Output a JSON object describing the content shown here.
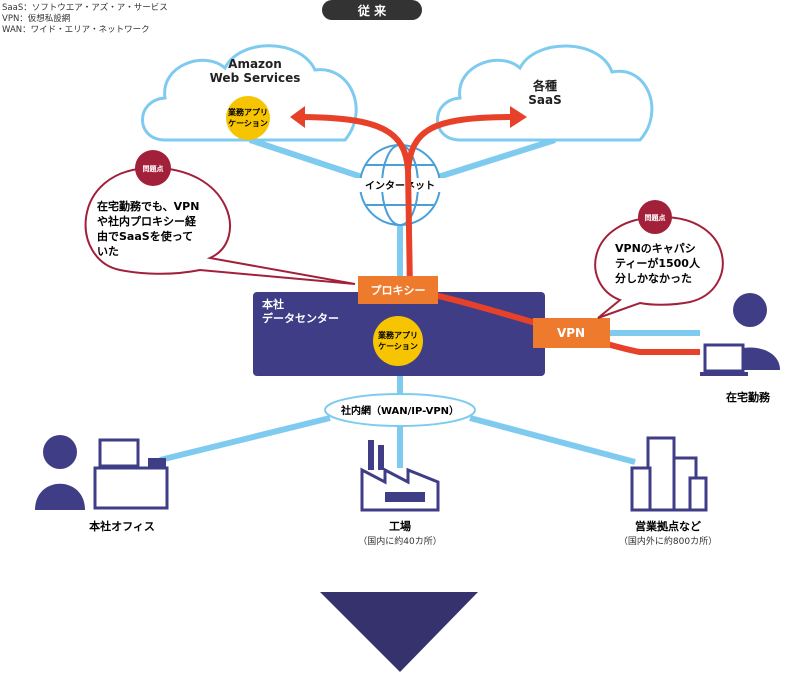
{
  "legend": [
    "SaaS：ソフトウエア・アズ・ア・サービス",
    "VPN：仮想私設網",
    "WAN：ワイド・エリア・ネットワーク"
  ],
  "header": "従 来",
  "cloud_left": {
    "line1": "Amazon",
    "line2": "Web Services",
    "app1": "業務アプリ",
    "app2": "ケーション"
  },
  "cloud_right": {
    "line1": "各種",
    "line2": "SaaS"
  },
  "internet": "インターネット",
  "issue_badge": "問題点",
  "issue_left": [
    "在宅勤務でも、VPN",
    "や社内プロキシー経",
    "由でSaaSを使って",
    "いた"
  ],
  "issue_right": [
    "VPNのキャパシ",
    "ティーが1500人",
    "分しかなかった"
  ],
  "datacenter": {
    "line1": "本社",
    "line2": "データセンター",
    "app1": "業務アプリ",
    "app2": "ケーション"
  },
  "proxy": "プロキシー",
  "vpn": "VPN",
  "remote_worker": "在宅勤務",
  "wan": "社内網（WAN/IP-VPN）",
  "sites": {
    "office": "本社オフィス",
    "factory": "工場",
    "factory_note": "（国内に約40カ所）",
    "branch": "営業拠点など",
    "branch_note": "（国内外に約800カ所）"
  },
  "colors": {
    "navy": "#3f3d86",
    "red": "#e8412a",
    "orange": "#ee7a2e",
    "blue": "#7fcbf0",
    "yellow": "#f6c400",
    "maroon": "#a3203a"
  }
}
